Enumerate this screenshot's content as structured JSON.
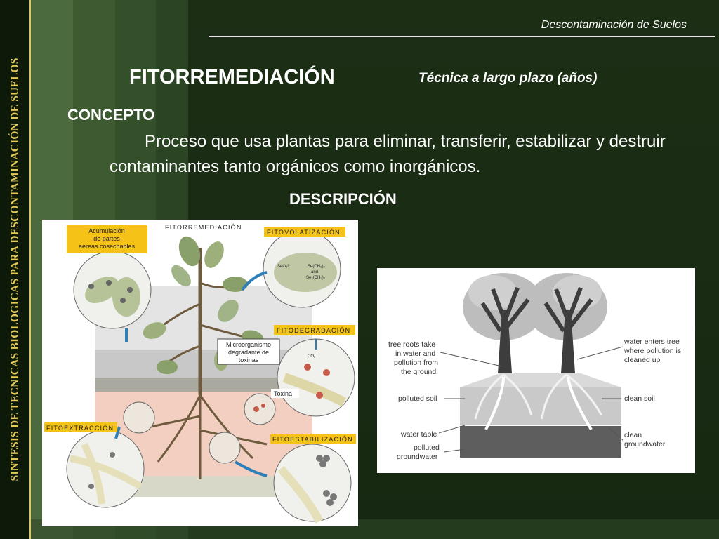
{
  "sidebar": {
    "text": "SINTESIS DE TECNICAS BIOLOGICAS PARA DESCONTAMINACIÓN DE SUELOS"
  },
  "header": {
    "title": "Descontaminación de Suelos"
  },
  "slide": {
    "title": "FITORREMEDIACIÓN",
    "subtitle": "Técnica a largo plazo (años)",
    "concept_heading": "CONCEPTO",
    "concept_text": "Proceso que usa plantas para eliminar, transferir, estabilizar y destruir contaminantes tanto orgánicos como inorgánicos.",
    "description_heading": "DESCRIPCIÓN"
  },
  "figure_left": {
    "accumulation_line1": "Acumulación",
    "accumulation_line2": "de partes",
    "accumulation_line3": "aéreas cosechables",
    "phytoremediation": "FITORREMEDIACIÓN",
    "phytovolatilization": "FITOVOLATIZACIÓN",
    "phytodegradation": "FITODEGRADACIÓN",
    "microorganism_line1": "Microorganismo",
    "microorganism_line2": "degradante de",
    "microorganism_line3": "toxinas",
    "toxin": "Toxina",
    "phytoextraction": "FITOEXTRACCIÓN",
    "phytostabilization": "FITOESTABILIZACIÓN",
    "chem_line1": "SeO₃²⁻",
    "chem_line2": "Se(CH₃)₂",
    "chem_line3": "and",
    "chem_line4": "Se₂(CH₃)₂",
    "co2": "CO₂"
  },
  "figure_right": {
    "roots_line1": "tree roots take",
    "roots_line2": "in water and",
    "roots_line3": "pollution from",
    "roots_line4": "the ground",
    "polluted_soil": "polluted soil",
    "water_table": "water table",
    "polluted_gw_line1": "polluted",
    "polluted_gw_line2": "groundwater",
    "enters_line1": "water enters tree",
    "enters_line2": "where pollution is",
    "enters_line3": "cleaned up",
    "clean_soil": "clean soil",
    "clean_gw_line1": "clean",
    "clean_gw_line2": "groundwater"
  },
  "colors": {
    "background": "#1e3016",
    "sidebar_text": "#e3c95a",
    "label_box": "#f5c218"
  }
}
